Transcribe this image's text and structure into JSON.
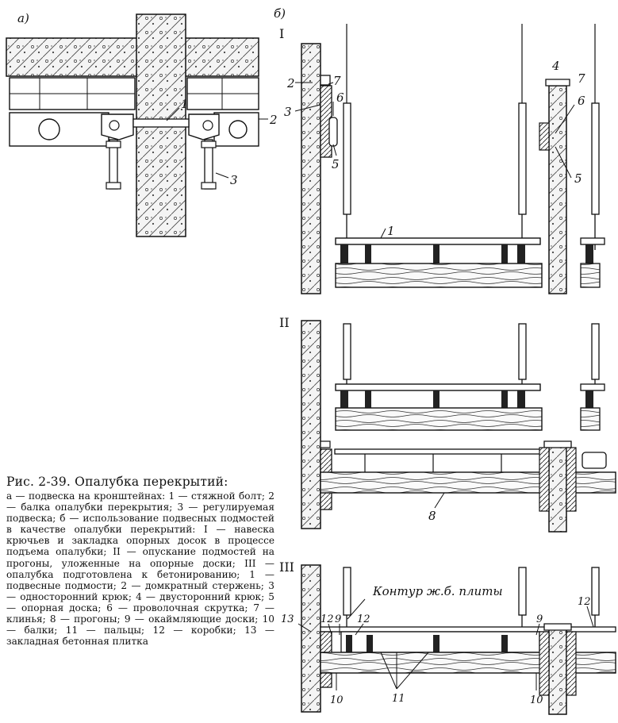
{
  "caption": {
    "title": "Рис. 2-39. Опалубка перекрытий:",
    "body": "а — подвеска на кронштейнах: 1 — стяжной болт; 2 — балка опалубки перекрытия; 3 — регулируемая подвеска; б — использование подвесных подмостей в качестве опалубки перекрытий: I — навеска крючьев и закладка опорных досок в процессе подъема опалубки; II — опускание подмостей на прогоны, уложенные на опорные доски; III — опалубка подготовлена к бетонированию; 1 — подвесные подмости; 2 — домкратный стержень; 3 — односторонний крюк; 4 — двусторонний крюк; 5 — опорная доска; 6 — проволочная скрутка; 7 — клинья; 8 — прогоны; 9 — окаймляющие доски; 10 — балки; 11 — пальцы; 12 — коробки; 13 — закладная бетонная плитка"
  },
  "labels": {
    "fig_a": "а)",
    "fig_b": "б)",
    "stage_I": "I",
    "stage_II": "II",
    "stage_III": "III",
    "contour": "Контур ж.б. плиты",
    "a_1": "1",
    "a_2": "2",
    "a_3": "3",
    "b1_1": "1",
    "b1_2": "2",
    "b1_3": "3",
    "b1_4": "4",
    "b1_5a": "5",
    "b1_5b": "5",
    "b1_6a": "6",
    "b1_6b": "6",
    "b1_7a": "7",
    "b1_7b": "7",
    "b2_8": "8",
    "b3_9a": "9",
    "b3_9b": "9",
    "b3_10a": "10",
    "b3_10b": "10",
    "b3_11": "11",
    "b3_12a": "12",
    "b3_12b": "12",
    "b3_12c": "12",
    "b3_13": "13"
  }
}
